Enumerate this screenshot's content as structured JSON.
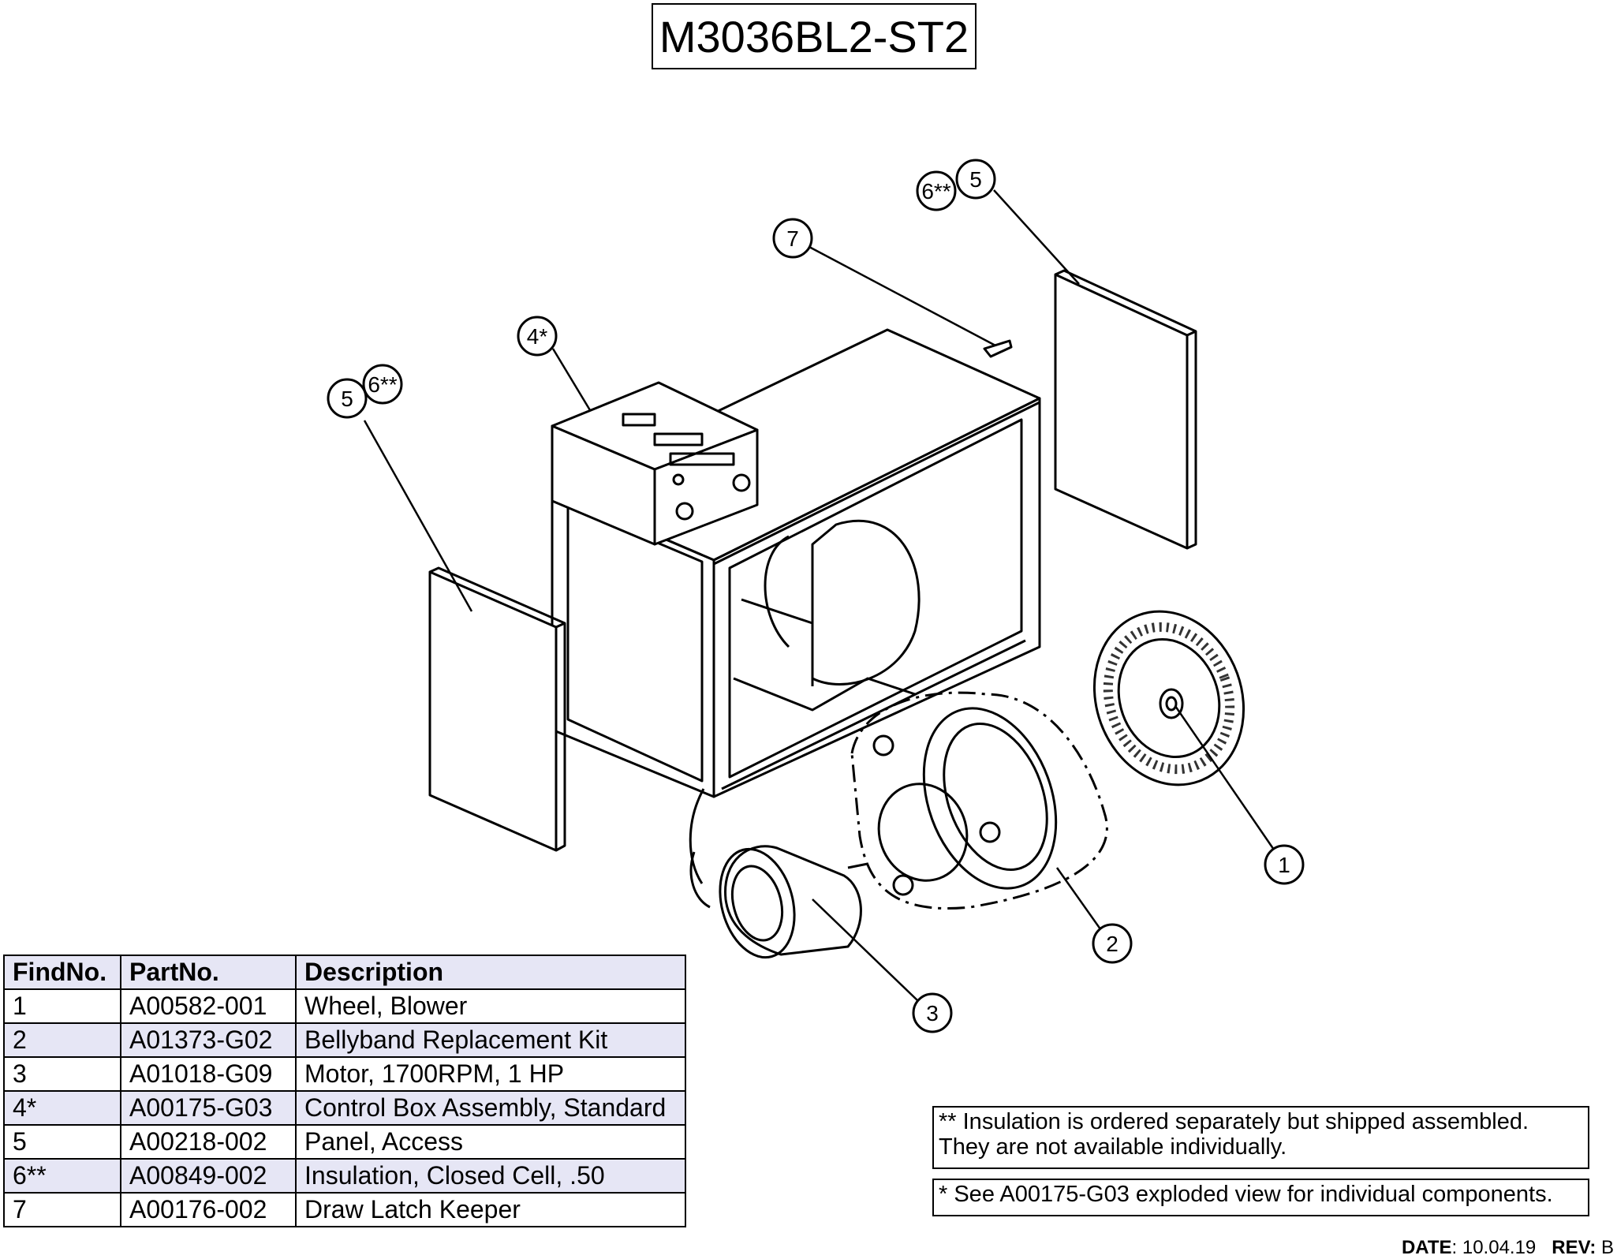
{
  "title": "M3036BL2-ST2",
  "callouts": {
    "c1": "1",
    "c2": "2",
    "c3": "3",
    "c4": "4*",
    "c5a": "5",
    "c5b": "5",
    "c6a": "6**",
    "c6b": "6**",
    "c7": "7"
  },
  "table": {
    "headers": {
      "find": "FindNo.",
      "part": "PartNo.",
      "desc": "Description"
    },
    "rows": [
      {
        "find": "1",
        "part": "A00582-001",
        "desc": "Wheel, Blower"
      },
      {
        "find": "2",
        "part": "A01373-G02",
        "desc": "Bellyband Replacement Kit"
      },
      {
        "find": "3",
        "part": "A01018-G09",
        "desc": "Motor, 1700RPM, 1 HP"
      },
      {
        "find": "4*",
        "part": "A00175-G03",
        "desc": "Control Box Assembly, Standard"
      },
      {
        "find": "5",
        "part": "A00218-002",
        "desc": "Panel, Access"
      },
      {
        "find": "6**",
        "part": "A00849-002",
        "desc": "Insulation, Closed Cell, .50"
      },
      {
        "find": "7",
        "part": "A00176-002",
        "desc": "Draw Latch Keeper"
      }
    ]
  },
  "notes": {
    "insulation_line1": "** Insulation is ordered separately but shipped assembled.",
    "insulation_line2": "They are not available individually.",
    "control_box": "* See A00175-G03 exploded view for individual components."
  },
  "footer": {
    "date_label": "DATE",
    "date_value": ": 10.04.19",
    "rev_label": "REV:",
    "rev_value": "B"
  }
}
